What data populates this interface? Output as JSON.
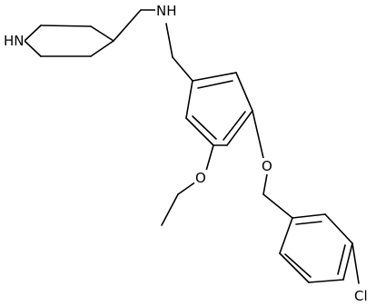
{
  "molecule": {
    "atom_labels": {
      "piperidine_nh": "HN",
      "amine_nh": "NH",
      "ether_o_ethoxy": "O",
      "ether_o_benzyloxy": "O",
      "chloro": "Cl"
    }
  }
}
